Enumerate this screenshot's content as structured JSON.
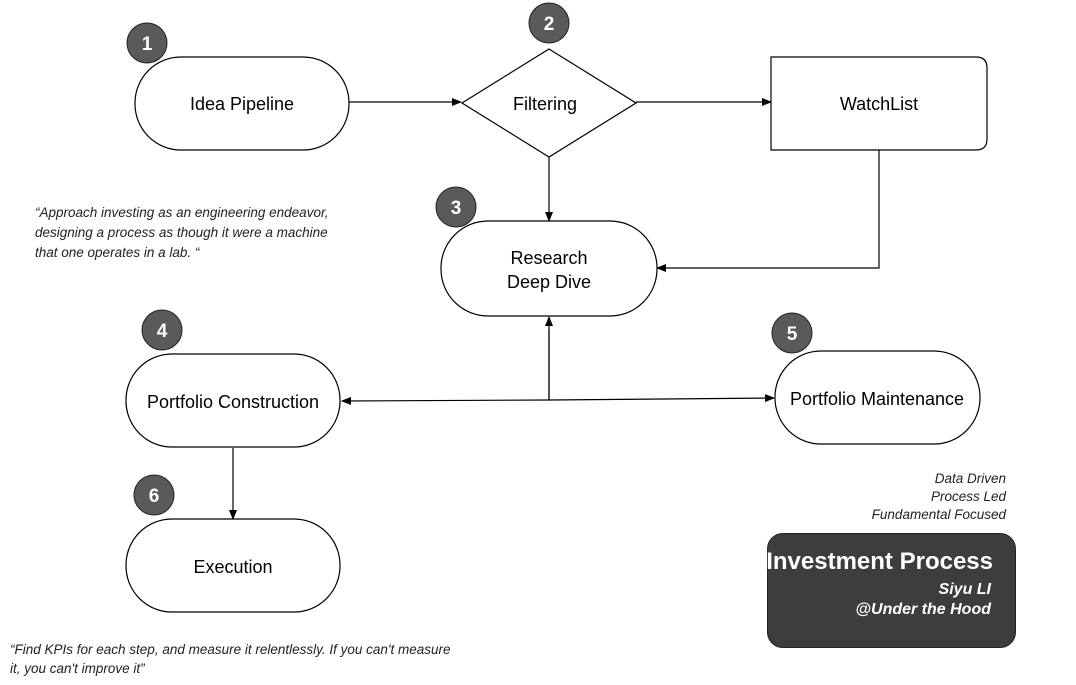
{
  "nodes": {
    "idea_pipeline": "Idea Pipeline",
    "filtering": "Filtering",
    "watchlist": "WatchList",
    "research_line1": "Research",
    "research_line2": "Deep Dive",
    "portfolio_construction": "Portfolio Construction",
    "portfolio_maintenance": "Portfolio Maintenance",
    "execution": "Execution"
  },
  "badges": {
    "b1": "1",
    "b2": "2",
    "b3": "3",
    "b4": "4",
    "b5": "5",
    "b6": "6"
  },
  "quotes": {
    "top_line1": "“Approach investing as an engineering endeavor,",
    "top_line2": "designing a process as though it were a machine",
    "top_line3": "that one operates in a lab. “",
    "bottom_line1": "“Find KPIs for each step, and measure it relentlessly. If you can't measure",
    "bottom_line2": "it, you can't improve it”"
  },
  "tagline": {
    "line1": "Data Driven",
    "line2": "Process Led",
    "line3": "Fundamental Focused"
  },
  "title_card": {
    "title": "Investment Process",
    "author": "Siyu LI",
    "handle": "@Under the Hood"
  },
  "colors": {
    "badge_fill": "#5a5a5a",
    "card_fill": "#3d3d3d",
    "stroke": "#000000"
  }
}
